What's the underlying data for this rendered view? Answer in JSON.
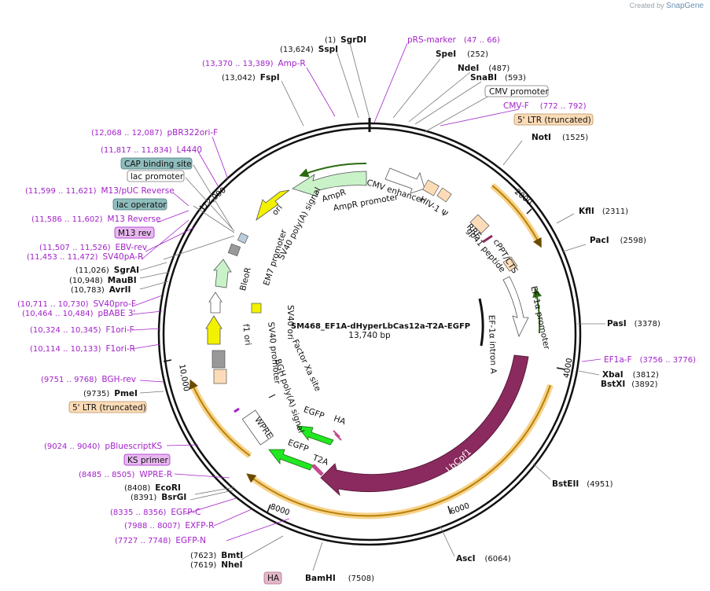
{
  "credit": {
    "prefix": "Created by",
    "brand": "SnapGene"
  },
  "map": {
    "name": "SM468_EF1A-dHyperLbCas12a-T2A-EGFP",
    "length": "13,740 bp"
  },
  "ticks": [
    "2000",
    "4000",
    "6000",
    "8000",
    "10,000",
    "12,000"
  ],
  "sites": [
    {
      "pos": "(1)",
      "name": "SgrDI",
      "side": "L"
    },
    {
      "pos": "(13,624)",
      "name": "SspI",
      "side": "L"
    },
    {
      "pos": "(13,042)",
      "name": "FspI",
      "side": "L"
    },
    {
      "name": "SpeI",
      "pos": "(252)",
      "side": "R"
    },
    {
      "name": "NdeI",
      "pos": "(487)",
      "side": "R"
    },
    {
      "name": "SnaBI",
      "pos": "(593)",
      "side": "R"
    },
    {
      "name": "NotI",
      "pos": "(1525)",
      "side": "R"
    },
    {
      "name": "KflI",
      "pos": "(2311)",
      "side": "R"
    },
    {
      "name": "PacI",
      "pos": "(2598)",
      "side": "R"
    },
    {
      "name": "PasI",
      "pos": "(3378)",
      "side": "R"
    },
    {
      "name": "XbaI",
      "pos": "(3812)",
      "side": "R"
    },
    {
      "name": "BstXI",
      "pos": "(3892)",
      "side": "R"
    },
    {
      "name": "BstEII",
      "pos": "(4951)",
      "side": "R"
    },
    {
      "name": "AscI",
      "pos": "(6064)",
      "side": "R"
    },
    {
      "name": "BamHI",
      "pos": "(7508)",
      "side": "R"
    },
    {
      "pos": "(7623)",
      "name": "BmtI",
      "side": "L"
    },
    {
      "pos": "(7619)",
      "name": "NheI",
      "side": "L"
    },
    {
      "pos": "(8408)",
      "name": "EcoRI",
      "side": "L"
    },
    {
      "pos": "(8391)",
      "name": "BsrGI",
      "side": "L"
    },
    {
      "pos": "(9735)",
      "name": "PmeI",
      "side": "L"
    },
    {
      "pos": "(11,026)",
      "name": "SgrAI",
      "side": "L"
    },
    {
      "pos": "(10,948)",
      "name": "MauBI",
      "side": "L"
    },
    {
      "pos": "(10,783)",
      "name": "AvrII",
      "side": "L"
    }
  ],
  "primers": [
    {
      "name": "pRS-marker",
      "range": "(47 .. 66)",
      "side": "R"
    },
    {
      "range": "(13,370 .. 13,389)",
      "name": "Amp-R",
      "side": "L"
    },
    {
      "name": "CMV-F",
      "range": "(772 .. 792)",
      "side": "R"
    },
    {
      "range": "(12,068 .. 12,087)",
      "name": "pBR322ori-F",
      "side": "L"
    },
    {
      "range": "(11,817 .. 11,834)",
      "name": "L4440",
      "side": "L"
    },
    {
      "range": "(11,599 .. 11,621)",
      "name": "M13/pUC Reverse",
      "side": "L"
    },
    {
      "range": "(11,586 .. 11,602)",
      "name": "M13 Reverse",
      "side": "L"
    },
    {
      "range": "(11,507 .. 11,526)",
      "name": "EBV-rev",
      "side": "L"
    },
    {
      "range": "(11,453 .. 11,472)",
      "name": "SV40pA-R",
      "side": "L"
    },
    {
      "range": "(10,711 .. 10,730)",
      "name": "SV40pro-F",
      "side": "L"
    },
    {
      "range": "(10,464 .. 10,484)",
      "name": "pBABE 3'",
      "side": "L"
    },
    {
      "range": "(10,324 .. 10,345)",
      "name": "F1ori-F",
      "side": "L"
    },
    {
      "range": "(10,114 .. 10,133)",
      "name": "F1ori-R",
      "side": "L"
    },
    {
      "range": "(9751 .. 9768)",
      "name": "BGH-rev",
      "side": "L"
    },
    {
      "range": "(9024 .. 9040)",
      "name": "pBluescriptKS",
      "side": "L"
    },
    {
      "range": "(8485 .. 8505)",
      "name": "WPRE-R",
      "side": "L"
    },
    {
      "range": "(8335 .. 8356)",
      "name": "EGFP-C",
      "side": "L"
    },
    {
      "range": "(7988 .. 8007)",
      "name": "EXFP-R",
      "side": "L"
    },
    {
      "range": "(7727 .. 7748)",
      "name": "EGFP-N",
      "side": "L"
    },
    {
      "name": "EF1a-F",
      "range": "(3756 .. 3776)",
      "side": "R"
    }
  ],
  "boxed_labels": {
    "cmv_promoter": "CMV promoter",
    "ltr_top": "5' LTR (truncated)",
    "ltr_bottom": "5' LTR (truncated)",
    "cap_binding": "CAP binding site",
    "lac_promoter": "lac promoter",
    "lac_operator": "lac operator",
    "m13rev": "M13 rev",
    "ks_primer": "KS primer",
    "ha": "HA"
  },
  "inner_labels": {
    "ampr": "AmpR",
    "ampr_promoter": "AmpR promoter",
    "cmv_enhancer": "CMV enhancer",
    "hiv_psi": "HIV-1 Ψ",
    "rre": "RRE",
    "gp41": "gp41 peptide",
    "cppt": "cPPT/CTS",
    "ef1a_promoter": "EF-1α promoter",
    "ef1a_intron": "EF-1α intron A",
    "lbcpf1": "LbCpf1",
    "egfp1": "EGFP",
    "ha_inner": "HA",
    "egfp2": "EGFP",
    "t2a": "T2A",
    "wpre": "WPRE",
    "bgh": "BGH poly(A) signal",
    "factor_xa": "Factor Xa site",
    "f1ori": "f1 ori",
    "sv40_promoter": "SV40 promoter",
    "sv40_ori": "SV40 ori",
    "em7": "EM7 promoter",
    "bleor": "BleoR",
    "sv40_polya": "SV40 poly(A) signal",
    "ori": "ori"
  },
  "colors": {
    "primer": "#a322c9",
    "lbcpf1": "#8b2a5e",
    "egfp": "#22e822",
    "ori": "#f2f200",
    "ampr": "#c9f2c9",
    "lentiviral": "#fcdcb8",
    "lac_teal": "#8fbcbc",
    "primer_box": "#e8b8f0",
    "orange_arc": "#e39b2a"
  }
}
